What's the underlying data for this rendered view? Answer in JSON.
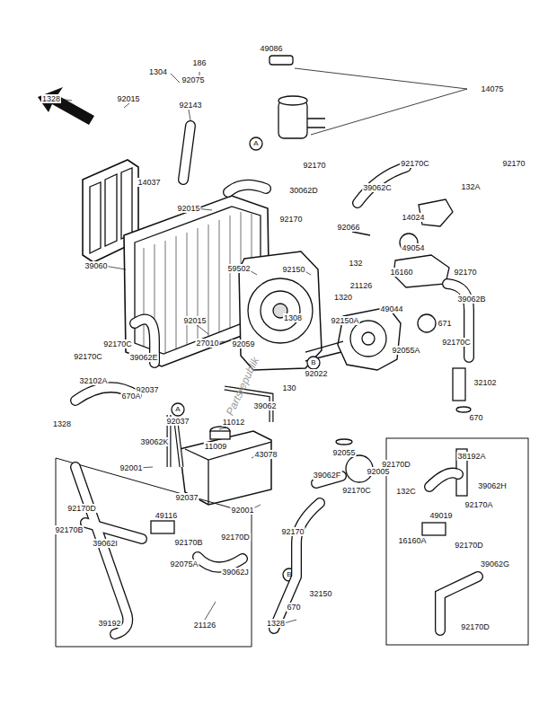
{
  "diagram": {
    "labels": [
      "1304",
      "186",
      "49086",
      "14075",
      "92075",
      "1328",
      "92015",
      "92143",
      "14037",
      "A",
      "92170",
      "92170",
      "92170C",
      "39062C",
      "132A",
      "30062D",
      "92015",
      "92170",
      "92066",
      "14024",
      "49054",
      "132",
      "39060",
      "59502",
      "92150",
      "16160",
      "92170",
      "39062B",
      "21126",
      "1320",
      "49044",
      "1308",
      "92150A",
      "92055A",
      "671",
      "92170C",
      "92015",
      "92170C",
      "27010",
      "92059",
      "92170C",
      "39062E",
      "32102A",
      "B",
      "92022",
      "130",
      "32102",
      "92037",
      "670A",
      "39062",
      "670",
      "A",
      "92037",
      "1328",
      "11012",
      "39062K",
      "11009",
      "43078",
      "92055",
      "38192A",
      "92170D",
      "92001",
      "39062F",
      "92005",
      "39062H",
      "92170C",
      "132C",
      "92037",
      "92170A",
      "92170D",
      "92001",
      "49019",
      "92170B",
      "49116",
      "92170",
      "92170D",
      "16160A",
      "92170B",
      "39062I",
      "92170D",
      "39062G",
      "92075A",
      "39062J",
      "B",
      "32150",
      "670",
      "1328",
      "39192",
      "21126",
      "92170D",
      "Partsrepublik"
    ]
  }
}
